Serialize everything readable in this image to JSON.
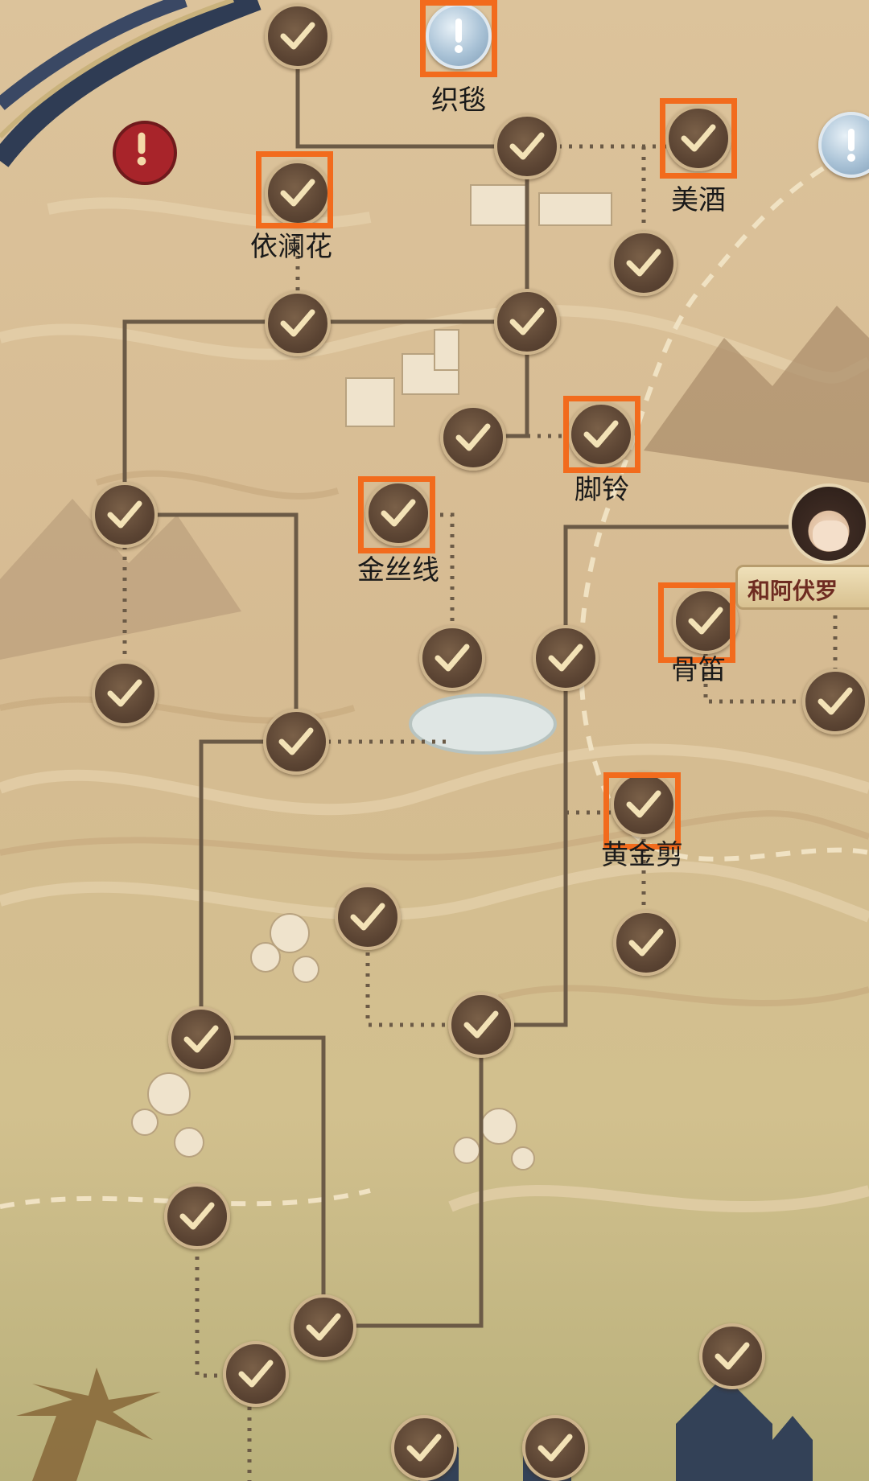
{
  "map": {
    "colors": {
      "sand": "#d9bf96",
      "path": "#6b5a46",
      "node": "#5b4433",
      "highlight": "#f26b1d",
      "alert": "#a9c2d6"
    },
    "labels": {
      "zhitan": "织毯",
      "meijiu": "美酒",
      "yilanhua": "依澜花",
      "jiaoling": "脚铃",
      "jinsixian": "金丝线",
      "gudi": "骨笛",
      "huangjinjian": "黄金剪"
    },
    "npc_banner": "和阿伏罗",
    "icons": {
      "completed": "checkmark-icon",
      "pending": "exclamation-icon"
    }
  }
}
